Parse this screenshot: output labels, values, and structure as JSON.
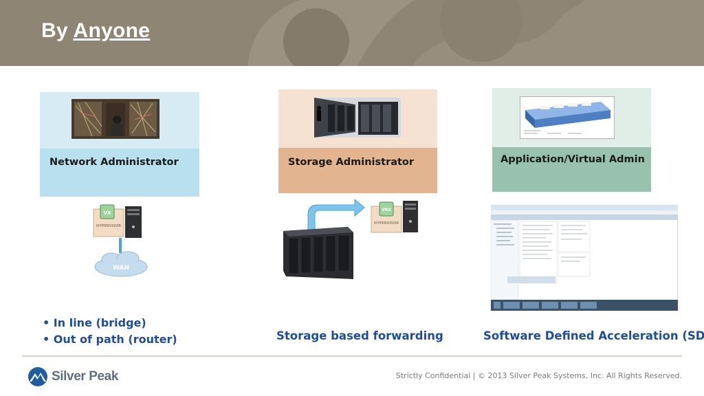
{
  "slide": {
    "title_prefix": "By",
    "title_emphasis": "Anyone"
  },
  "cards": [
    {
      "label": "Network Administrator"
    },
    {
      "label": "Storage Administrator"
    },
    {
      "label": "Application/Virtual Admin"
    }
  ],
  "diagrams": {
    "vx_badge": "VX",
    "vrx_badge": "VRX",
    "hypervisor": "HYPERVISOR",
    "wan": "WAN"
  },
  "bullets": [
    "In line (bridge)",
    "Out of path (router)"
  ],
  "captions": {
    "storage": "Storage based forwarding",
    "sda": "Software Defined Acceleration (SDA)"
  },
  "footer": {
    "brand": "Silver Peak",
    "confidential": "Strictly Confidential  |  © 2013 Silver Peak Systems, Inc.  All Rights Reserved."
  },
  "colors": {
    "header": "#8e8574",
    "network_card": "#b9e0ee",
    "storage_card": "#e2b48f",
    "app_card": "#98c2ad",
    "text_blue": "#1f4e96"
  }
}
